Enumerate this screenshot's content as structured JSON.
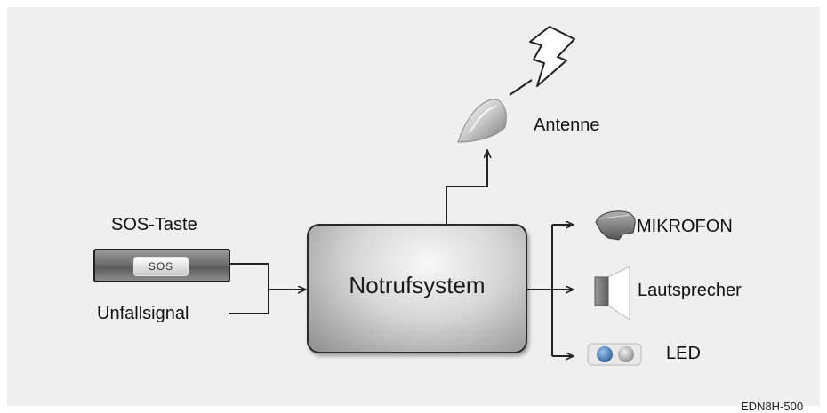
{
  "diagram": {
    "center_label": "Notrufsystem",
    "inputs": {
      "sos_label": "SOS-Taste",
      "sos_button_text": "SOS",
      "crash_label": "Unfallsignal"
    },
    "outputs": {
      "antenna_label": "Antenne",
      "microphone_label": "MIKROFON",
      "speaker_label": "Lautsprecher",
      "led_label": "LED"
    },
    "figure_code": "EDN8H-500",
    "colors": {
      "panel_bg": "#efefef",
      "line": "#222222",
      "led_blue": "#3d6fa8"
    }
  }
}
